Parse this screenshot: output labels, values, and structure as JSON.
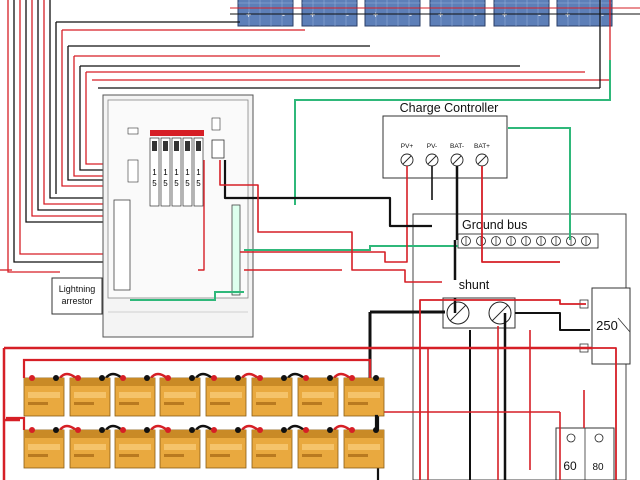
{
  "charge_controller": {
    "title": "Charge Controller",
    "terminals": [
      "PV+",
      "PV-",
      "BAT-",
      "BAT+"
    ]
  },
  "ground_bus": {
    "label": "Ground bus"
  },
  "shunt": {
    "label": "shunt"
  },
  "lightning_arrestor": {
    "line1": "Lightning",
    "line2": "arrestor"
  },
  "breakers": {
    "main": "250",
    "left": "60",
    "right": "80"
  },
  "combiner_breakers": [
    "1",
    "1",
    "1",
    "1",
    "1"
  ],
  "combiner_breakers_rating": [
    "5",
    "5",
    "5",
    "5",
    "5"
  ],
  "solar_panels": {
    "count": 6,
    "terminal_plus": "+",
    "terminal_minus": "-"
  },
  "batteries": {
    "rows": 2,
    "per_row": 8
  },
  "colors": {
    "positive_wire": "#d61f26",
    "negative_wire": "#111111",
    "ground_wire": "#2fb87a",
    "panel_cell": "#5d7fb8",
    "battery_body": "#e9a93f",
    "battery_top": "#c98a26"
  }
}
